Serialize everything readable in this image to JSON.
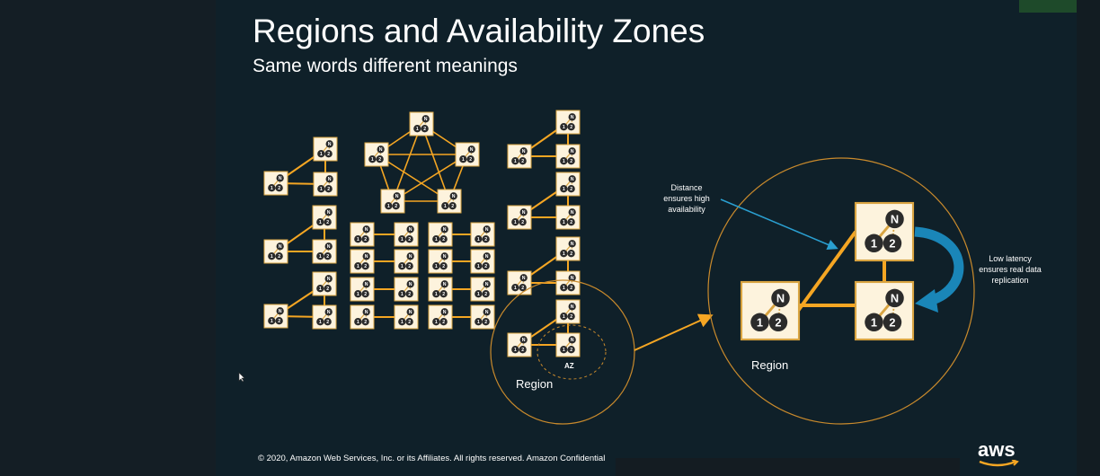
{
  "slide": {
    "title": "Regions and Availability Zones",
    "subtitle": "Same words different meanings",
    "footer": "© 2020, Amazon Web Services, Inc. or its Affiliates. All rights reserved. Amazon Confidential",
    "logo_text": "aws"
  },
  "diagram": {
    "node_labels": {
      "top": "N",
      "left": "1",
      "right": "2"
    },
    "az_label": "AZ",
    "region_label_small": "Region",
    "region_label_large": "Region",
    "callout_distance": [
      "Distance",
      "ensures high",
      "availability"
    ],
    "callout_latency": [
      "Low latency",
      "ensures real data",
      "replication"
    ]
  },
  "colors": {
    "background": "#0f2029",
    "link": "#f5a623",
    "node_fill": "#fdf3dd",
    "node_border": "#d9a441",
    "callout_arrow": "#2a9fd0",
    "replication_arrow": "#1a86b8"
  }
}
